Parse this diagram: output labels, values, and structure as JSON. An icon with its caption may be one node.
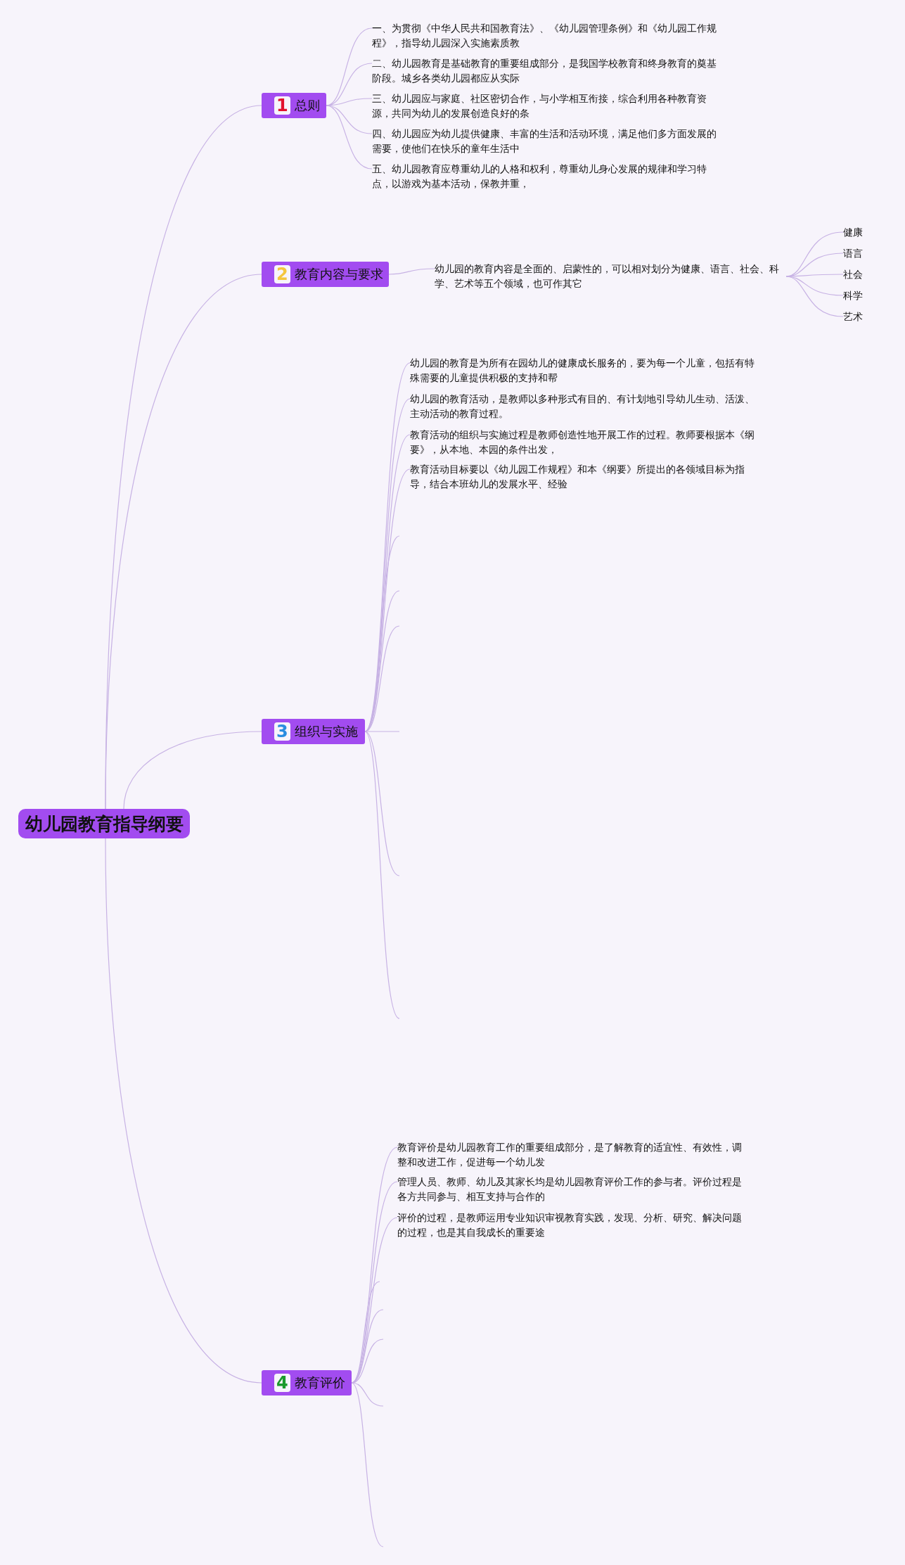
{
  "diagram": {
    "nodes": [
      {
        "text": [
          "幼儿园教育指导纲要"
        ]
      },
      {
        "text": [
          "1",
          "总则"
        ]
      },
      {
        "text": [
          "一、为贯彻《中华人民共和国教育法》、《幼儿园管理条例》和《幼儿园工作规程》，指导幼儿园深入实施素质教"
        ]
      },
      {
        "text": [
          "二、幼儿园教育是基础教育的重要组成部分，是我国学校教育和终身教育的奠基阶段。城乡各类幼儿园都应从实际"
        ]
      },
      {
        "text": [
          "三、幼儿园应与家庭、社区密切合作，与小学相互衔接，综合利用各种教育资源，共同为幼儿的发展创造良好的条"
        ]
      },
      {
        "text": [
          "四、幼儿园应为幼儿提供健康、丰富的生活和活动环境，满足他们多方面发展的需要，使他们在快乐的童年生活中"
        ]
      },
      {
        "text": [
          "五、幼儿园教育应尊重幼儿的人格和权利，尊重幼儿身心发展的规律和学习特点，以游戏为基本活动，保教并重，"
        ]
      },
      {
        "text": [
          "2",
          "教育内容与要求"
        ]
      },
      {
        "text": [
          "幼儿园的教育内容是全面的、启蒙性的，可以相对划分为健康、语言、社会、科学、艺术等五个领域，也可作其它"
        ]
      },
      {
        "text": [
          "健康"
        ]
      },
      {
        "text": [
          "语言"
        ]
      },
      {
        "text": [
          "社会"
        ]
      },
      {
        "text": [
          "科学"
        ]
      },
      {
        "text": [
          "艺术"
        ]
      },
      {
        "text": [
          "3",
          "组织与实施"
        ]
      },
      {
        "text": [
          "幼儿园的教育是为所有在园幼儿的健康成长服务的，要为每一个儿童，包括有特殊需要的儿童提供积极的支持和帮"
        ]
      },
      {
        "text": [
          "幼儿园的教育活动，是教师以多种形式有目的、有计划地引导幼儿生动、活泼、主动活动的教育过程。"
        ]
      },
      {
        "text": [
          "教育活动的组织与实施过程是教师创造性地开展工作的过程。教师要根据本《纲要》，从本地、本园的条件出发，"
        ]
      },
      {
        "text": [
          "教育活动目标要以《幼儿园工作规程》和本《纲要》所提出的各领域目标为指导，结合本班幼儿的发展水平、经验"
        ]
      },
      {
        "text": [
          "4",
          "教育评价"
        ]
      },
      {
        "text": [
          "教育评价是幼儿园教育工作的重要组成部分，是了解教育的适宜性、有效性，调整和改进工作，促进每一个幼儿发"
        ]
      },
      {
        "text": [
          "管理人员、教师、幼儿及其家长均是幼儿园教育评价工作的参与者。评价过程是各方共同参与、相互支持与合作的"
        ]
      },
      {
        "text": [
          "评价的过程，是教师运用专业知识审视教育实践，发现、分析、研究、解决问题的过程，也是其自我成长的重要途"
        ]
      }
    ],
    "edges": [
      {
        "from": 0,
        "to": 1,
        "arrow": "none"
      },
      {
        "from": 1,
        "to": 2,
        "arrow": "none"
      },
      {
        "from": 1,
        "to": 3,
        "arrow": "none"
      },
      {
        "from": 1,
        "to": 4,
        "arrow": "none"
      },
      {
        "from": 1,
        "to": 5,
        "arrow": "none"
      },
      {
        "from": 1,
        "to": 6,
        "arrow": "none"
      },
      {
        "from": 0,
        "to": 7,
        "arrow": "none"
      },
      {
        "from": 7,
        "to": 8,
        "arrow": "none"
      },
      {
        "from": 8,
        "to": 9,
        "arrow": "none"
      },
      {
        "from": 8,
        "to": 10,
        "arrow": "none"
      },
      {
        "from": 8,
        "to": 11,
        "arrow": "none"
      },
      {
        "from": 8,
        "to": 12,
        "arrow": "none"
      },
      {
        "from": 8,
        "to": 13,
        "arrow": "none"
      },
      {
        "from": 0,
        "to": 14,
        "arrow": "none"
      },
      {
        "from": 14,
        "to": 15,
        "arrow": "none"
      },
      {
        "from": 14,
        "to": 16,
        "arrow": "none"
      },
      {
        "from": 14,
        "to": 17,
        "arrow": "none"
      },
      {
        "from": 14,
        "to": 18,
        "arrow": "none"
      },
      {
        "from": 14,
        "to": null,
        "arrow": "none"
      },
      {
        "from": 14,
        "to": null,
        "arrow": "none"
      },
      {
        "from": 14,
        "to": null,
        "arrow": "none"
      },
      {
        "from": 14,
        "to": null,
        "arrow": "none"
      },
      {
        "from": 14,
        "to": null,
        "arrow": "none"
      },
      {
        "from": 14,
        "to": null,
        "arrow": "none"
      },
      {
        "from": 0,
        "to": 19,
        "arrow": "none"
      },
      {
        "from": 19,
        "to": 20,
        "arrow": "none"
      },
      {
        "from": 19,
        "to": 21,
        "arrow": "none"
      },
      {
        "from": 19,
        "to": 22,
        "arrow": "none"
      },
      {
        "from": 19,
        "to": null,
        "arrow": "none"
      },
      {
        "from": 19,
        "to": null,
        "arrow": "none"
      },
      {
        "from": 19,
        "to": null,
        "arrow": "none"
      },
      {
        "from": 19,
        "to": null,
        "arrow": "none"
      },
      {
        "from": 19,
        "to": null,
        "arrow": "none"
      }
    ]
  }
}
